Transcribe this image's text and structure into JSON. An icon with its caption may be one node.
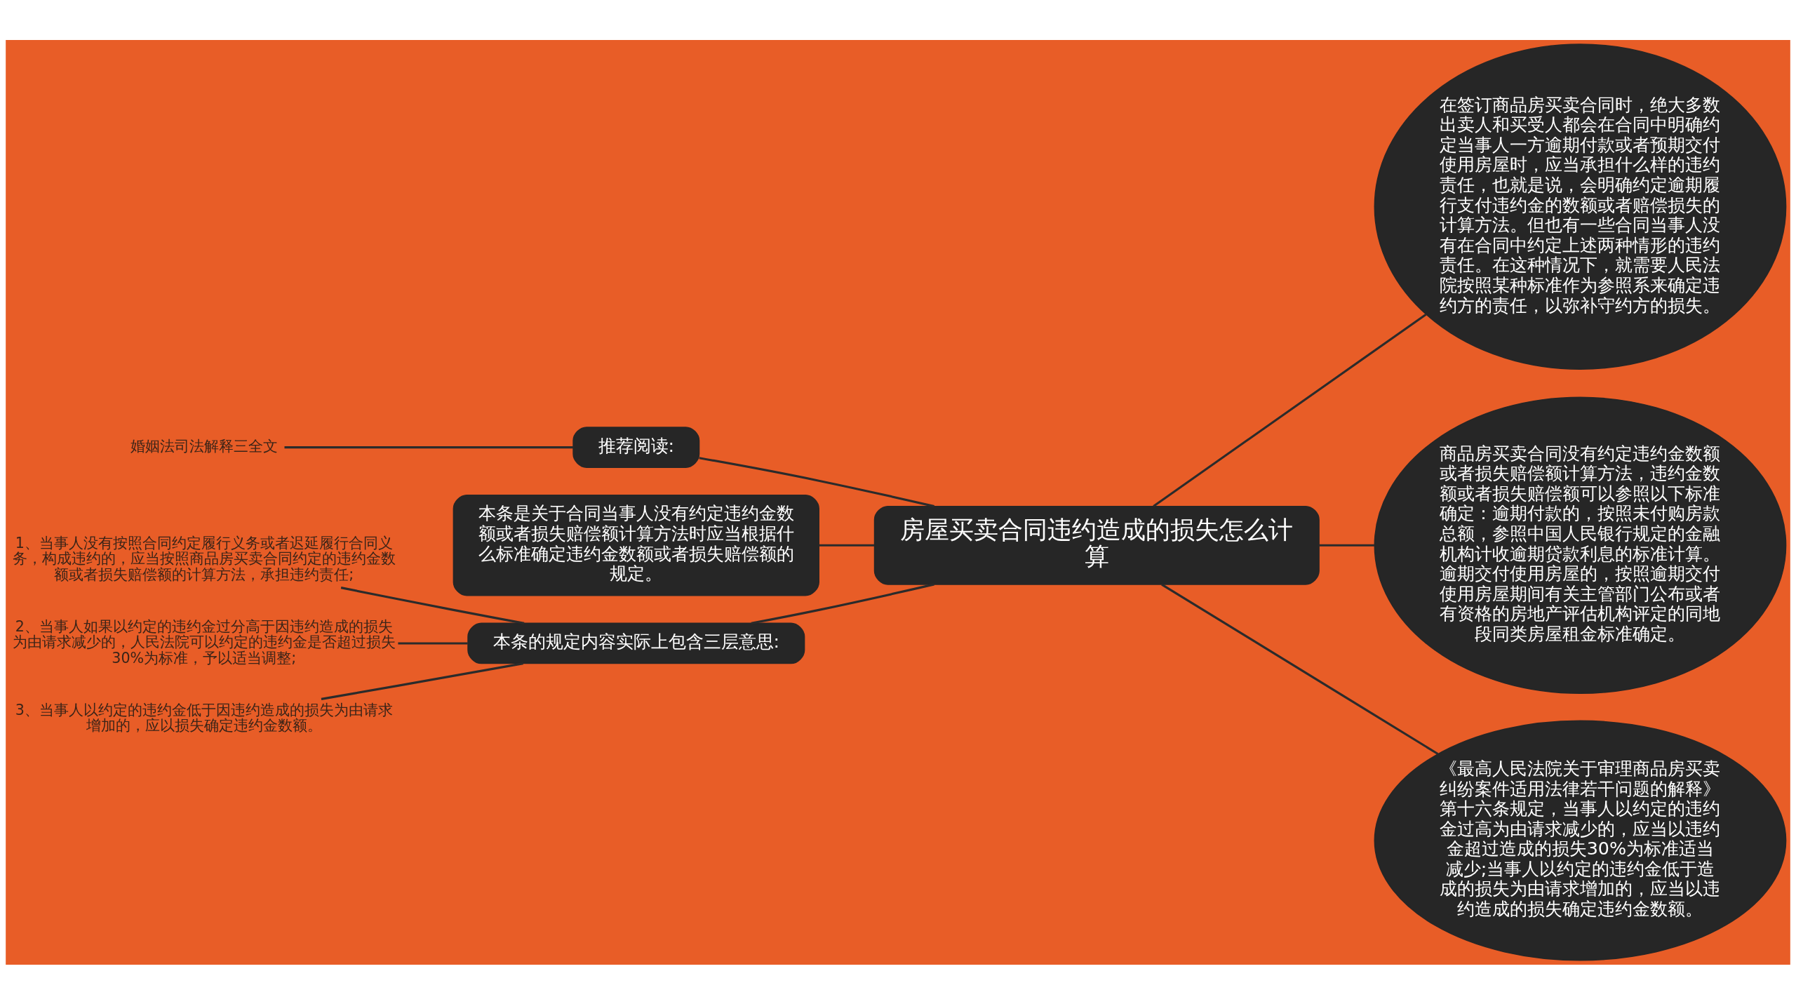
{
  "diagram": {
    "nodes": [
      {
        "text": [
          "房屋买卖合同违约造成的损失怎么计算"
        ]
      },
      {
        "text": [
          "推荐阅读:"
        ]
      },
      {
        "text": [
          "婚姻法司法解释三全文"
        ]
      },
      {
        "text": [
          "本条是关于合同当事人没有约定违约金数额或者损失赔偿额计算方法时应当根据什么标准确定违约金数额或者损失赔偿额的规定。"
        ]
      },
      {
        "text": [
          "本条的规定内容实际上包含三层意思:"
        ]
      },
      {
        "text": [
          "1、当事人没有按照合同约定履行义务或者迟延履行合同义务，构成违约的，应当按照商品房买卖合同约定的违约金数额或者损失赔偿额的计算方法，承担违约责任;"
        ]
      },
      {
        "text": [
          "2、当事人如果以约定的违约金过分高于因违约造成的损失为由请求减少的，人民法院可以约定的违约金是否超过损失30%为标准，予以适当调整;"
        ]
      },
      {
        "text": [
          "3、当事人以约定的违约金低于因违约造成的损失为由请求增加的，应以损失确定违约金数额。"
        ]
      },
      {
        "text": [
          "在签订商品房买卖合同时，绝大多数出卖人和买受人都会在合同中明确约定当事人一方逾期付款或者预期交付使用房屋时，应当承担什么样的违约责任，也就是说，会明确约定逾期履行支付违约金的数额或者赔偿损失的计算方法。但也有一些合同当事人没有在合同中约定上述两种情形的违约责任。在这种情况下，就需要人民法院按照某种标准作为参照系来确定违约方的责任，以弥补守约方的损失。"
        ]
      },
      {
        "text": [
          "商品房买卖合同没有约定违约金数额或者损失赔偿额计算方法，违约金数额或者损失赔偿额可以参照以下标准确定：逾期付款的，按照未付购房款总额，参照中国人民银行规定的金融机构计收逾期贷款利息的标准计算。逾期交付使用房屋的，按照逾期交付使用房屋期间有关主管部门公布或者有资格的房地产评估机构评定的同地段同类房屋租金标准确定。"
        ]
      },
      {
        "text": [
          "《最高人民法院关于审理商品房买卖纠纷案件适用法律若干问题的解释》第十六条规定，当事人以约定的违约金过高为由请求减少的，应当以违约金超过造成的损失30%为标准适当减少;当事人以约定的违约金低于造成的损失为由请求增加的，应当以违约造成的损失确定违约金数额。"
        ]
      }
    ],
    "edges": [
      {
        "from": 0,
        "to": 1,
        "arrow": "none"
      },
      {
        "from": 1,
        "to": 2,
        "arrow": "none"
      },
      {
        "from": 0,
        "to": 3,
        "arrow": "none"
      },
      {
        "from": 0,
        "to": 4,
        "arrow": "none"
      },
      {
        "from": 4,
        "to": 5,
        "arrow": "none"
      },
      {
        "from": 4,
        "to": 6,
        "arrow": "none"
      },
      {
        "from": 4,
        "to": 7,
        "arrow": "none"
      },
      {
        "from": 0,
        "to": 8,
        "arrow": "none"
      },
      {
        "from": 0,
        "to": 9,
        "arrow": "none"
      },
      {
        "from": 0,
        "to": 10,
        "arrow": "none"
      }
    ]
  }
}
